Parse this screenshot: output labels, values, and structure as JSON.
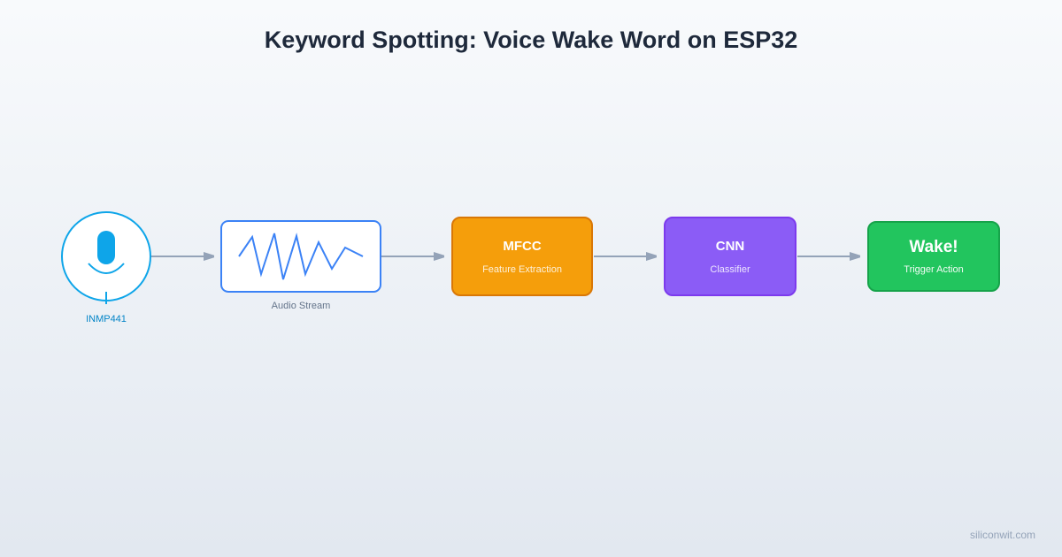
{
  "title": "Keyword Spotting: Voice Wake Word on ESP32",
  "nodes": {
    "mic": {
      "label": "INMP441",
      "icon": "microphone-icon",
      "color": "#0ea5e9"
    },
    "audio": {
      "label": "Audio Stream",
      "icon": "waveform-icon",
      "color": "#3b82f6"
    },
    "mfcc": {
      "title": "MFCC",
      "subtitle": "Feature Extraction",
      "color": "#f59e0b"
    },
    "cnn": {
      "title": "CNN",
      "subtitle": "Classifier",
      "color": "#8b5cf6"
    },
    "wake": {
      "title": "Wake!",
      "subtitle": "Trigger Action",
      "color": "#22c55e"
    }
  },
  "edges": [
    {
      "from": "mic",
      "to": "audio"
    },
    {
      "from": "audio",
      "to": "mfcc"
    },
    {
      "from": "mfcc",
      "to": "cnn"
    },
    {
      "from": "cnn",
      "to": "wake"
    }
  ],
  "arrow_color": "#94a3b8",
  "footer": "siliconwit.com"
}
